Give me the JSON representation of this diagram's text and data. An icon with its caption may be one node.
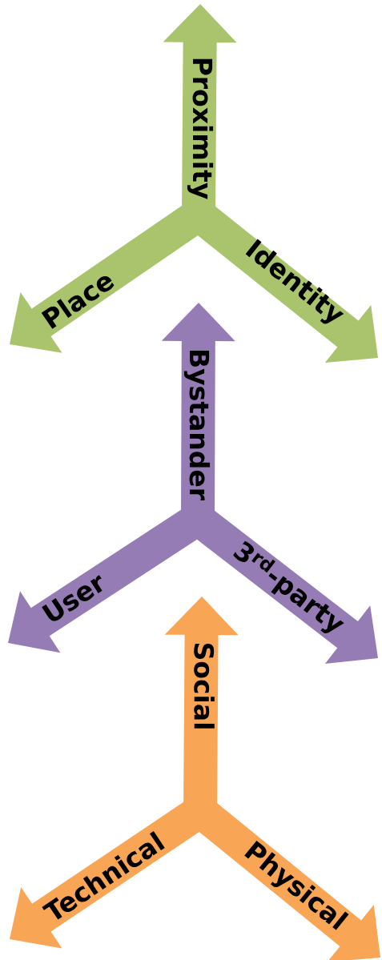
{
  "diagram": {
    "nodes": [
      {
        "text": [
          "Proximity"
        ]
      },
      {
        "text": [
          "Place"
        ]
      },
      {
        "text": [
          "Identity"
        ]
      },
      {
        "text": [
          "Bystander"
        ]
      },
      {
        "text": [
          "User"
        ]
      },
      {
        "text": [
          "3$^{rd}$-party"
        ]
      },
      {
        "text": [
          "Social"
        ]
      },
      {
        "text": [
          "Technical"
        ]
      },
      {
        "text": [
          "Physical"
        ]
      }
    ]
  }
}
